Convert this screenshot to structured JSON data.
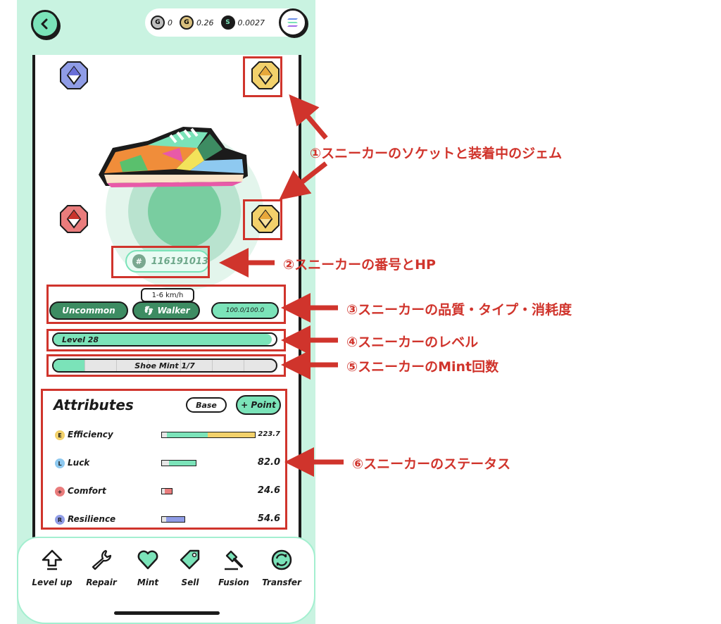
{
  "wallet": {
    "gst": "0",
    "gmt": "0.26",
    "sol": "0.0027"
  },
  "sneaker": {
    "id": "116191013",
    "quality": "Uncommon",
    "type": "Walker",
    "speed": "1-6 km/h",
    "durability": "100.0/100.0",
    "durability_fraction": 1.0,
    "level_label": "Level 28",
    "level_fraction": 0.98,
    "mint_label": "Shoe Mint 1/7",
    "mint_used": 1,
    "mint_total": 7
  },
  "attributes": {
    "title": "Attributes",
    "base_label": "Base",
    "point_label": "+ Point",
    "items": [
      {
        "name": "Efficiency",
        "value": "223.7",
        "icon": "E",
        "color": "#f2d16b"
      },
      {
        "name": "Luck",
        "value": "82.0",
        "icon": "L",
        "color": "#8ec9f0"
      },
      {
        "name": "Comfort",
        "value": "24.6",
        "icon": "+",
        "color": "#e97c7c"
      },
      {
        "name": "Resilience",
        "value": "54.6",
        "icon": "R",
        "color": "#8f9ce6"
      }
    ]
  },
  "nav": {
    "items": [
      {
        "label": "Level up",
        "icon": "arrow-up-icon"
      },
      {
        "label": "Repair",
        "icon": "wrench-icon"
      },
      {
        "label": "Mint",
        "icon": "heart-icon"
      },
      {
        "label": "Sell",
        "icon": "tag-icon"
      },
      {
        "label": "Fusion",
        "icon": "hammer-icon"
      },
      {
        "label": "Transfer",
        "icon": "transfer-icon"
      }
    ]
  },
  "annotations": [
    {
      "text": "①スニーカーのソケットと装着中のジェム"
    },
    {
      "text": "②スニーカーの番号とHP"
    },
    {
      "text": "③スニーカーの品質・タイプ・消耗度"
    },
    {
      "text": "④スニーカーのレベル"
    },
    {
      "text": "⑤スニーカーのMint回数"
    },
    {
      "text": "⑥スニーカーのステータス"
    }
  ],
  "colors": {
    "accent": "#7be3b9",
    "annotation": "#d0342c",
    "background": "#c9f3e1"
  }
}
